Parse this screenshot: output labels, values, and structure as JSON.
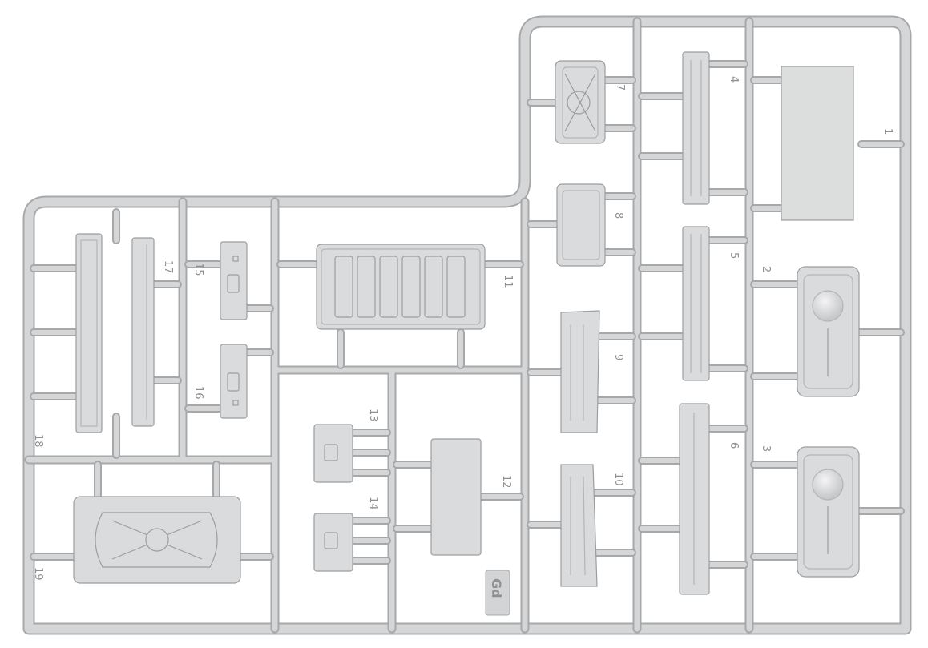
{
  "sprue_letter": "Gd",
  "colors": {
    "background": "#ffffff",
    "plastic": "#d7d8d9",
    "frame": "#d2d3d4",
    "edge": "#9c9d9f",
    "label": "#8f9092"
  },
  "part_numbers": [
    "1",
    "2",
    "3",
    "4",
    "5",
    "6",
    "7",
    "8",
    "9",
    "10",
    "11",
    "12",
    "13",
    "14",
    "15",
    "16",
    "17",
    "18",
    "19"
  ]
}
